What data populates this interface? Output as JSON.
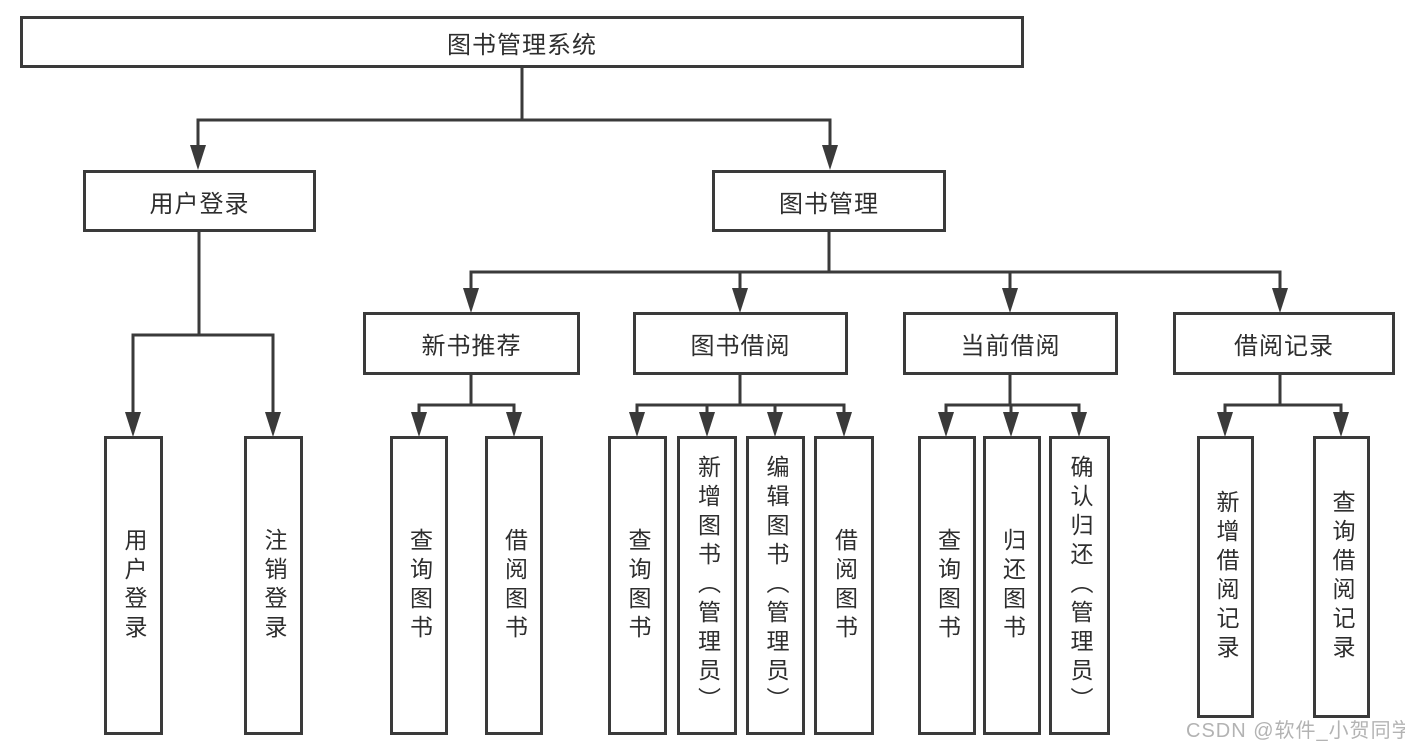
{
  "tree": {
    "label": "图书管理系统",
    "children": [
      {
        "label": "用户登录",
        "children": [
          {
            "label": "用户登录"
          },
          {
            "label": "注销登录"
          }
        ]
      },
      {
        "label": "图书管理",
        "children": [
          {
            "label": "新书推荐",
            "children": [
              {
                "label": "查询图书"
              },
              {
                "label": "借阅图书"
              }
            ]
          },
          {
            "label": "图书借阅",
            "children": [
              {
                "label": "查询图书"
              },
              {
                "label": "新增图书（管理员）"
              },
              {
                "label": "编辑图书（管理员）"
              },
              {
                "label": "借阅图书"
              }
            ]
          },
          {
            "label": "当前借阅",
            "children": [
              {
                "label": "查询图书"
              },
              {
                "label": "归还图书"
              },
              {
                "label": "确认归还（管理员）"
              }
            ]
          },
          {
            "label": "借阅记录",
            "children": [
              {
                "label": "新增借阅记录"
              },
              {
                "label": "查询借阅记录"
              }
            ]
          }
        ]
      }
    ]
  },
  "watermark": {
    "text": "CSDN @软件_小贺同学"
  },
  "colors": {
    "line": "#3a3a3a",
    "box_border": "#3a3a3a",
    "text": "#2e2e2e",
    "watermark": "#b3b3b3",
    "background": "#ffffff"
  }
}
